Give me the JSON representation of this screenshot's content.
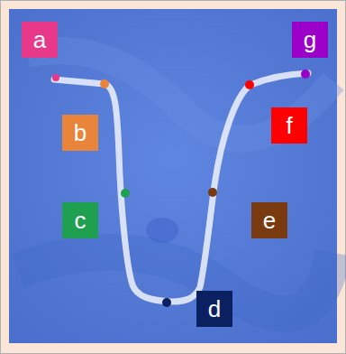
{
  "diagram": {
    "nodes": [
      {
        "text": [
          "a"
        ]
      },
      {
        "text": [
          "g"
        ]
      },
      {
        "text": [
          "b"
        ]
      },
      {
        "text": [
          "f"
        ]
      },
      {
        "text": [
          "c"
        ]
      },
      {
        "text": [
          "e"
        ]
      },
      {
        "text": [
          "d"
        ]
      }
    ]
  }
}
